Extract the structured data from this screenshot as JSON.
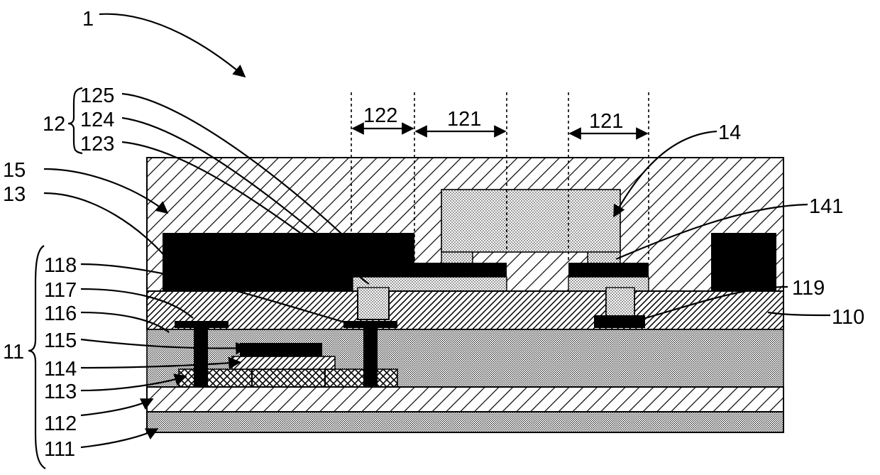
{
  "labels": {
    "device": "1",
    "l12": "12",
    "l125": "125",
    "l124": "124",
    "l123": "123",
    "l15": "15",
    "l13": "13",
    "l118": "118",
    "l117": "117",
    "l116": "116",
    "l115": "115",
    "l114": "114",
    "l113": "113",
    "l112": "112",
    "l111": "111",
    "l11": "11",
    "l122": "122",
    "l121a": "121",
    "l121b": "121",
    "l14": "14",
    "l141": "141",
    "l119": "119",
    "l110": "110"
  }
}
